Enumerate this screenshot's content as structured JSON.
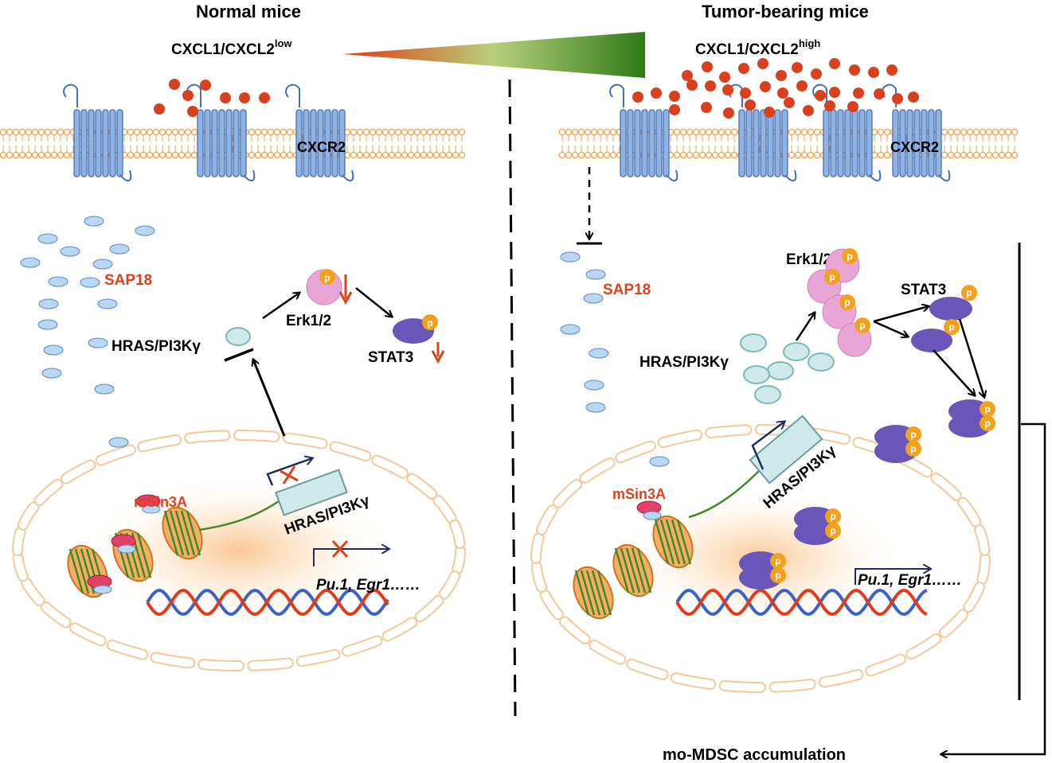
{
  "left_panel": {
    "title": "Normal mice",
    "chemokine_label": "CXCL1/CXCL2",
    "chemokine_sup": "low",
    "receptor_label": "CXCR2",
    "sap18_label": "SAP18",
    "hras_label": "HRAS/PI3Kγ",
    "erk_label": "Erk1/2",
    "stat3_label": "STAT3",
    "msin3a_label": "mSin3A",
    "gene_box_label": "HRAS/PI3Kγ",
    "target_genes_label": "Pu.1, Egr1……",
    "phospho_label": "p"
  },
  "right_panel": {
    "title": "Tumor-bearing mice",
    "chemokine_label": "CXCL1/CXCL2",
    "chemokine_sup": "high",
    "receptor_label": "CXCR2",
    "sap18_label": "SAP18",
    "hras_label": "HRAS/PI3Kγ",
    "erk_label": "Erk1/2",
    "stat3_label": "STAT3",
    "msin3a_label": "mSin3A",
    "gene_box_label": "HRAS/PI3Kγ",
    "target_genes_label": "Pu.1, Egr1……",
    "phospho_label": "p"
  },
  "outcome_label": "mo-MDSC accumulation",
  "colors": {
    "chemokine": "#d9411e",
    "receptor": "#8fb4e3",
    "membrane": "#f5a040",
    "sap18": "#b9d7f2",
    "hras": "#cfe8ea",
    "erk": "#e9a5d6",
    "stat3": "#6a55b8",
    "phospho": "#f2a11d",
    "msin3a": "#e0426a",
    "red_label": "#e0401a",
    "dna_red": "#e23a1a",
    "dna_blue": "#3a62c8",
    "nucleosome": "#f7ad63",
    "green_dna": "#3f8a2a",
    "gradient_low": "#e03a10",
    "gradient_mid": "#b8cf7a",
    "gradient_high": "#2f7a18"
  }
}
